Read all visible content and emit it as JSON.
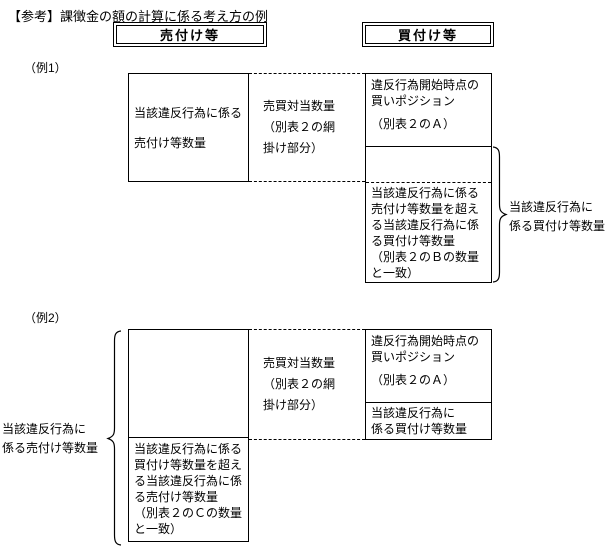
{
  "title": "【参考】課徴金の額の計算に係る考え方の例",
  "headers": {
    "sell": "売付け等",
    "buy": "買付け等"
  },
  "example1": {
    "label": "（例1）",
    "left_box": "当該違反行為に係る\n売付け等数量",
    "middle_cell": "売買対当数量\n（別表２の網\n掛け部分）",
    "right_top": "違反行為開始時点の\n買いポジション",
    "right_top_note": "（別表２のＡ）",
    "right_bottom": "当該違反行為に係る\n売付け等数量を超え\nる当該違反行為に係\nる買付け等数量\n（別表２のＢの数量\nと一致）",
    "brace_label": "当該違反行為に\n係る買付け等数量"
  },
  "example2": {
    "label": "（例2）",
    "brace_label": "当該違反行為に\n係る売付け等数量",
    "left_bottom": "当該違反行為に係る\n買付け等数量を超え\nる当該違反行為に係\nる売付け等数量\n（別表２のＣの数量\nと一致）",
    "middle_cell": "売買対当数量\n（別表２の網\n掛け部分）",
    "right_top": "違反行為開始時点の\n買いポジション",
    "right_top_note": "（別表２のＡ）",
    "right_bottom": "当該違反行為に\n係る買付け等数量"
  }
}
